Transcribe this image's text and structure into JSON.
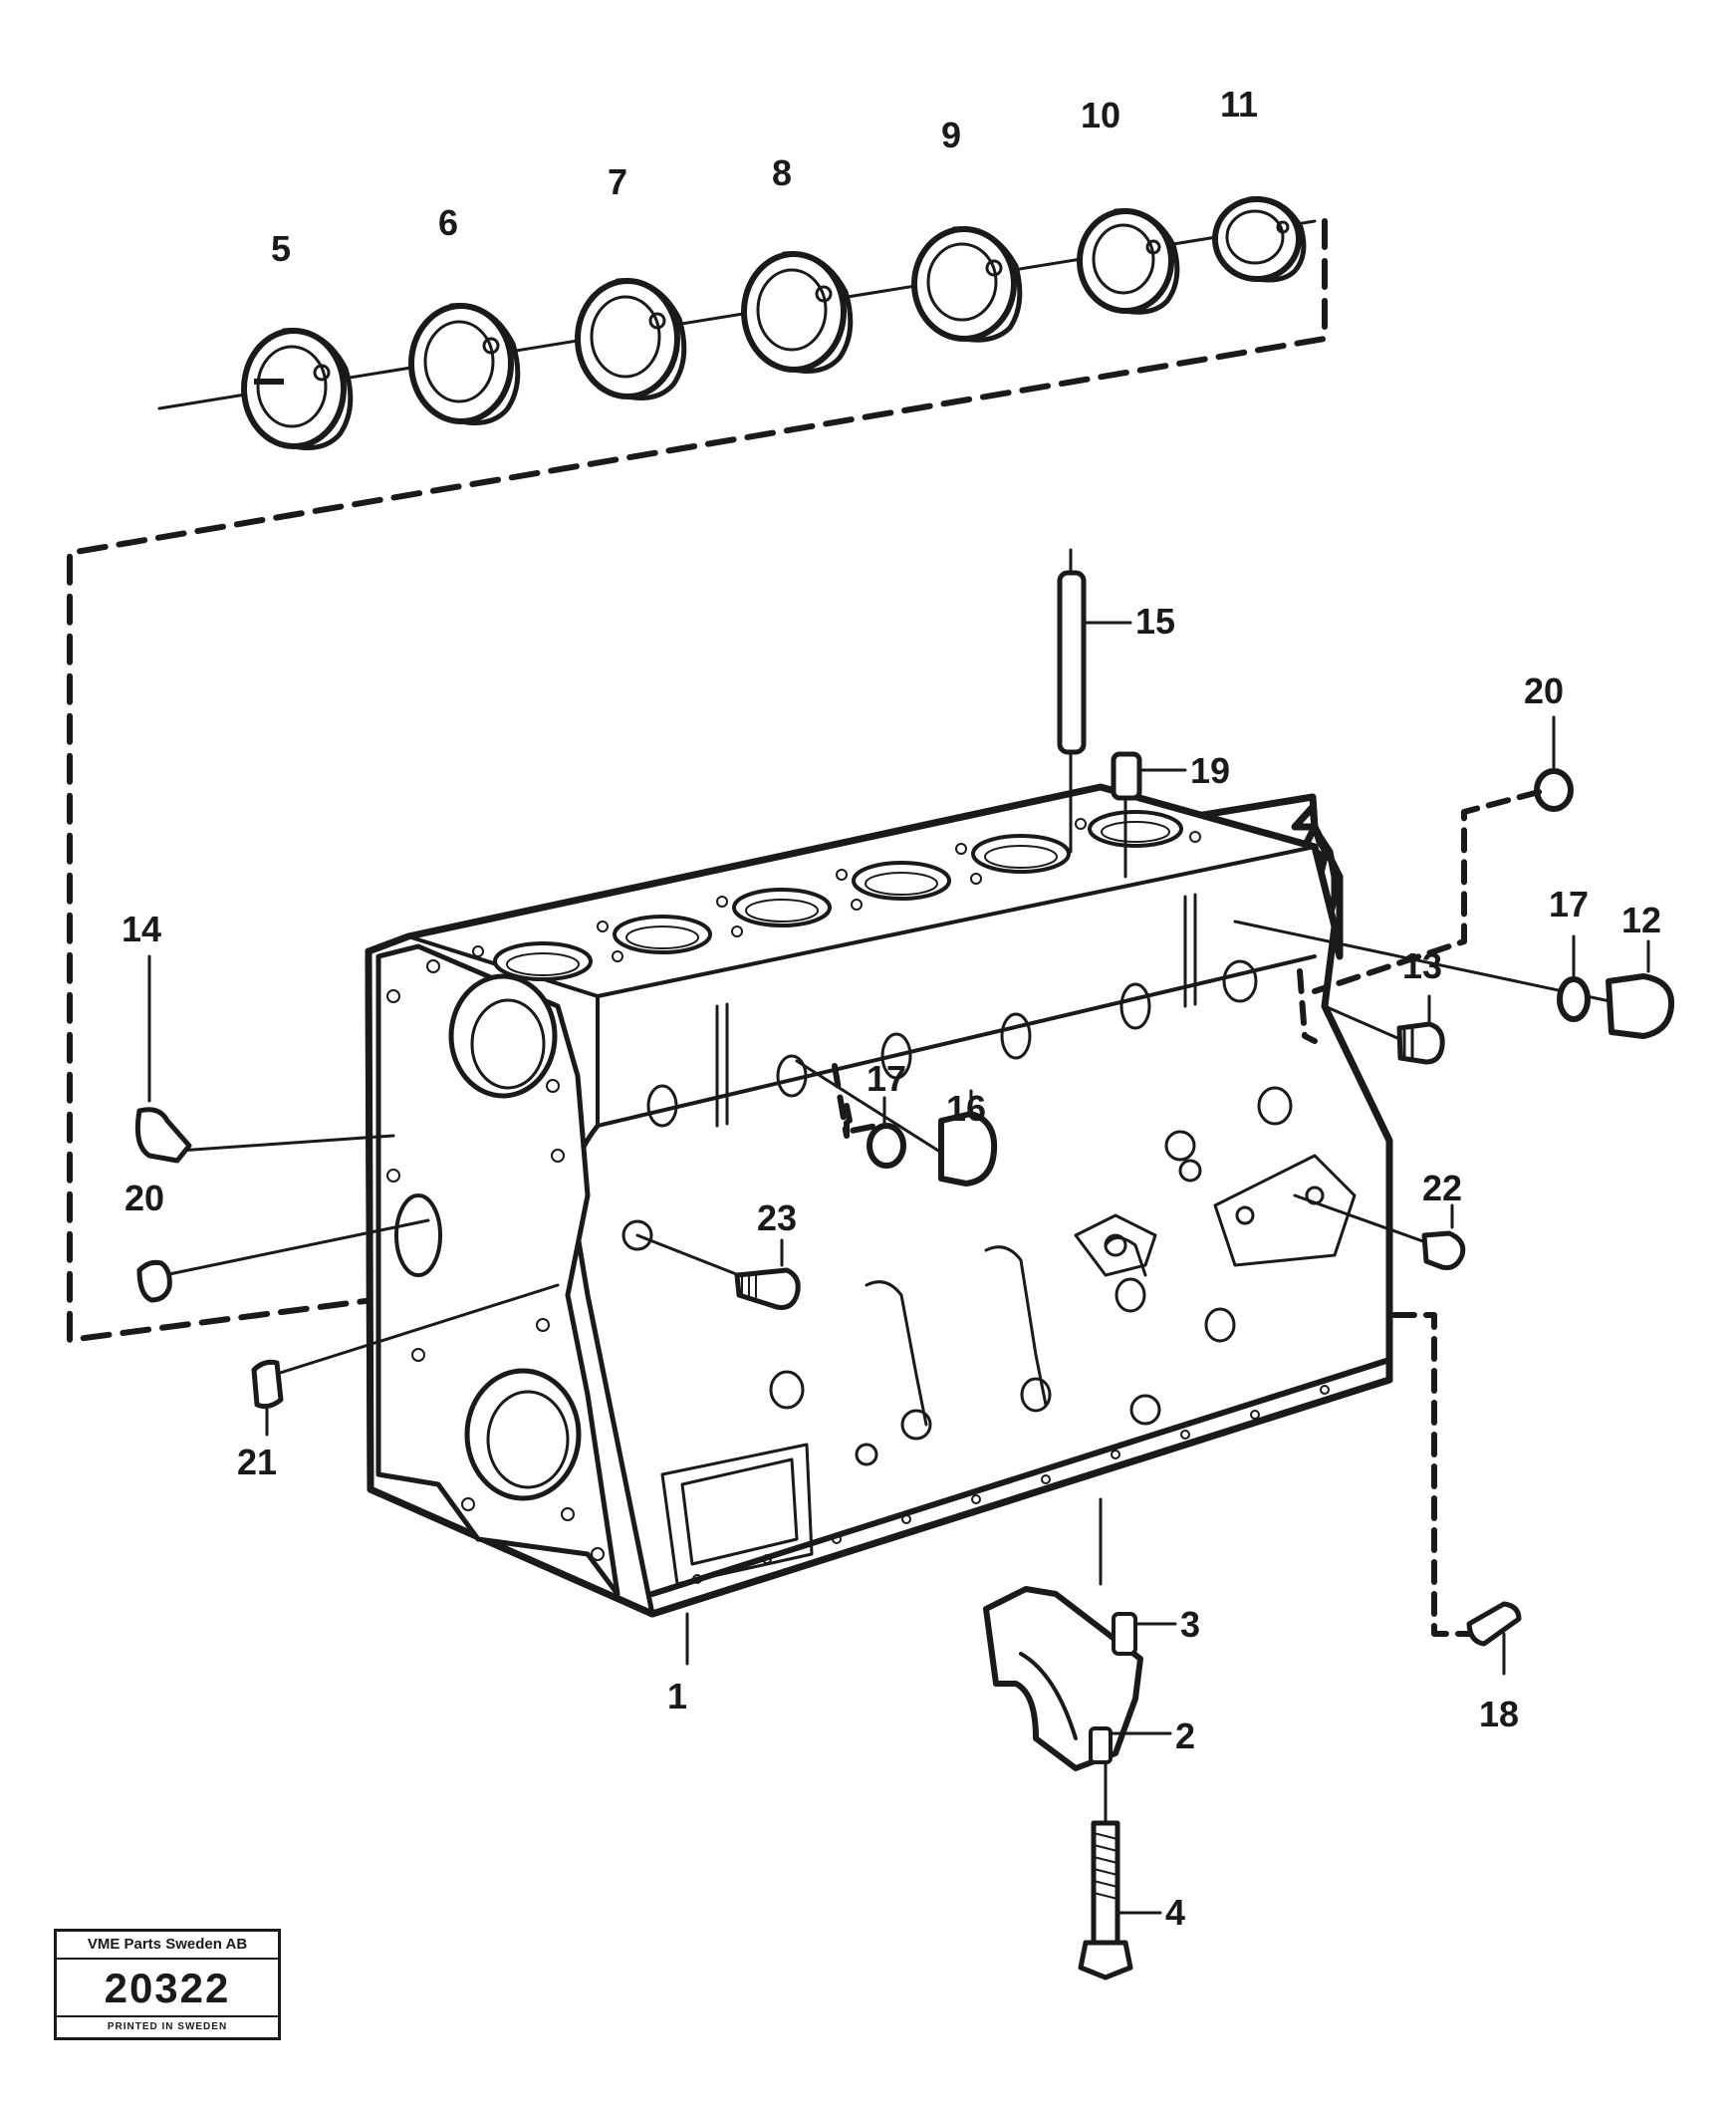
{
  "diagram": {
    "callouts": [
      "1",
      "2",
      "3",
      "4",
      "5",
      "6",
      "7",
      "8",
      "9",
      "10",
      "11",
      "12",
      "13",
      "14",
      "15",
      "16",
      "17",
      "18",
      "19",
      "20",
      "21",
      "22",
      "23"
    ],
    "callout_17_second": "17",
    "callout_20_second": "20"
  },
  "stamp": {
    "company": "VME Parts Sweden AB",
    "number": "20322",
    "printed": "PRINTED IN SWEDEN"
  }
}
